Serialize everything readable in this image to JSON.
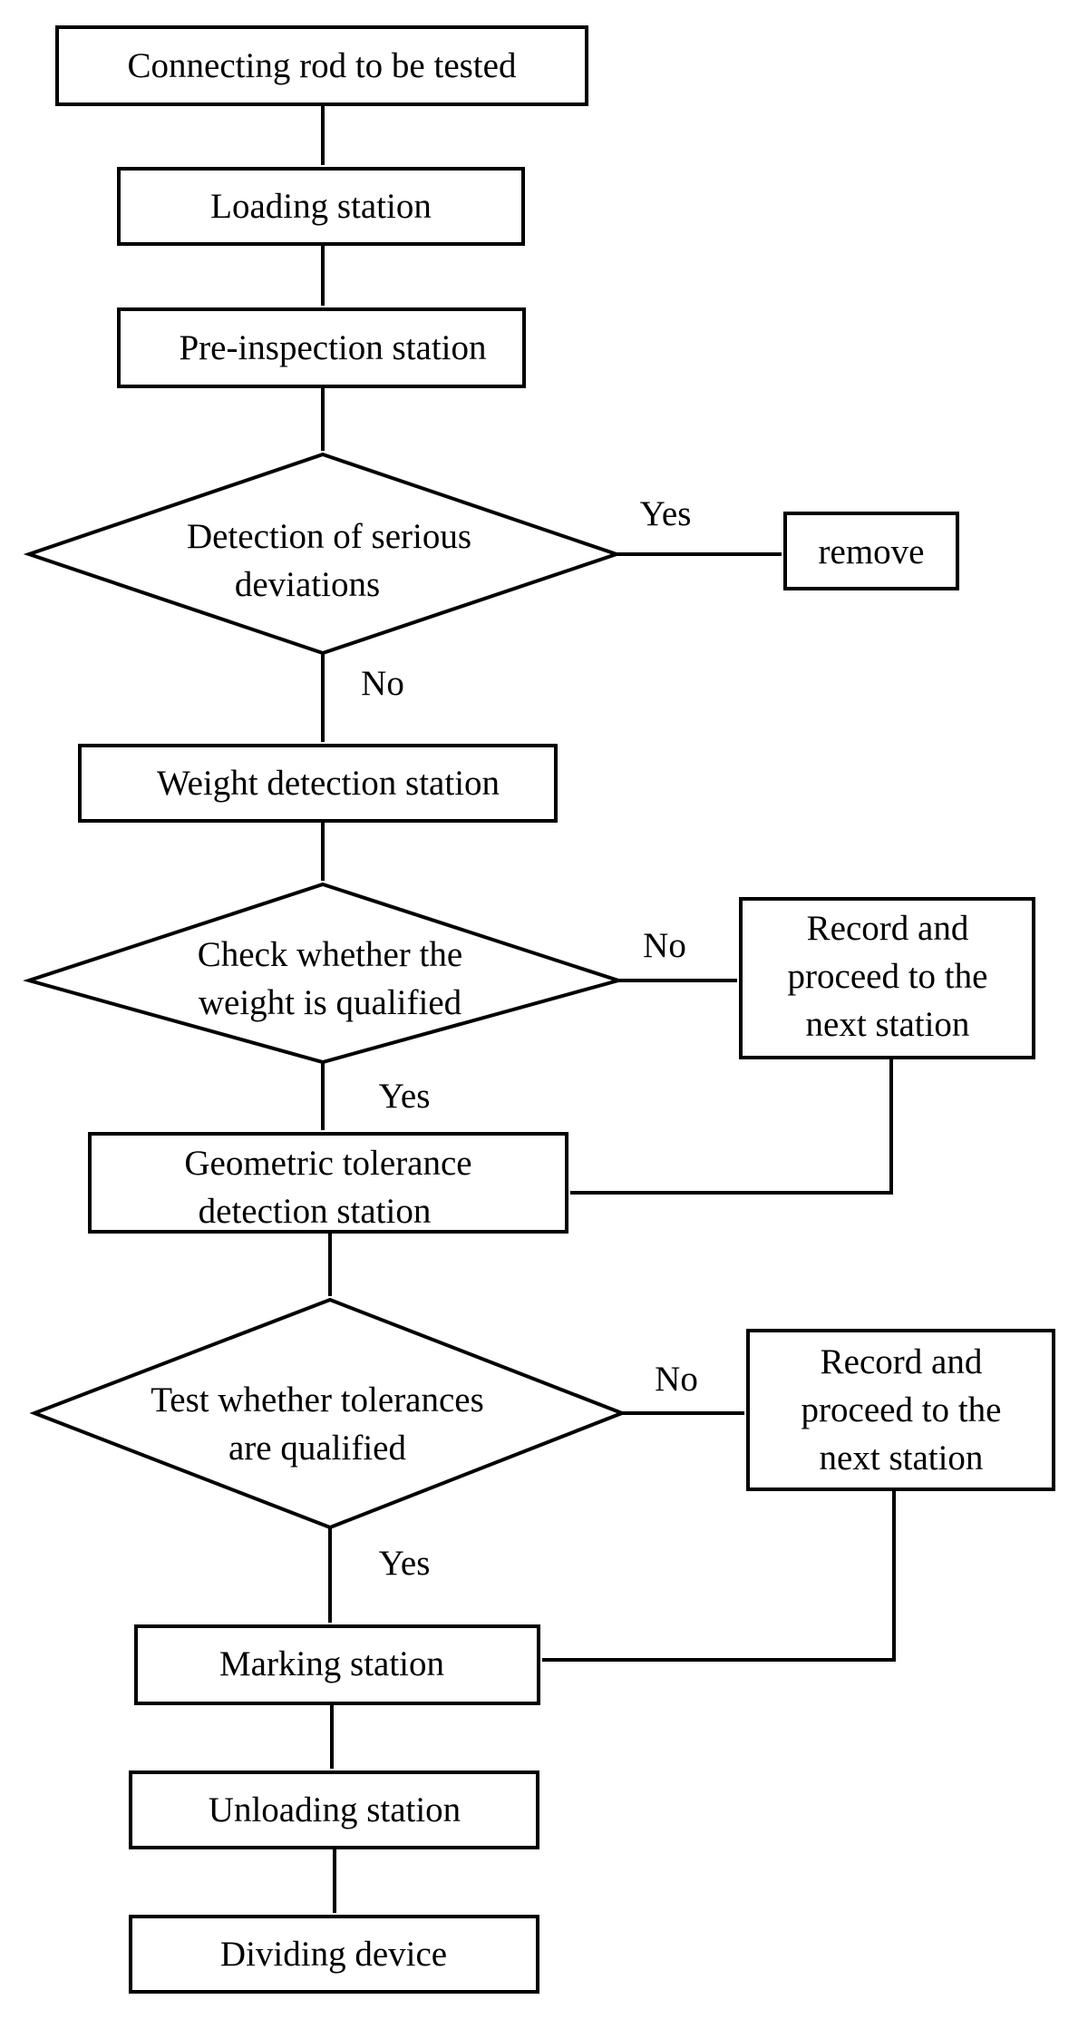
{
  "nodes": {
    "start": "Connecting rod to be tested",
    "loading": "Loading station",
    "preinspection": "Pre-inspection station",
    "decision1": [
      "Detection of serious",
      "deviations"
    ],
    "remove": "remove",
    "weight": "Weight detection station",
    "decision2": [
      "Check whether the",
      "weight is qualified"
    ],
    "record1": [
      "Record and",
      "proceed to the",
      "next station"
    ],
    "geometric": [
      "Geometric tolerance",
      "detection station"
    ],
    "decision3": [
      "Test whether tolerances",
      "are qualified"
    ],
    "record2": [
      "Record and",
      "proceed to the",
      "next station"
    ],
    "marking": "Marking station",
    "unloading": "Unloading station",
    "dividing": "Dividing device"
  },
  "edge_labels": {
    "d1_yes": "Yes",
    "d1_no": "No",
    "d2_no": "No",
    "d2_yes": "Yes",
    "d3_no": "No",
    "d3_yes": "Yes"
  }
}
